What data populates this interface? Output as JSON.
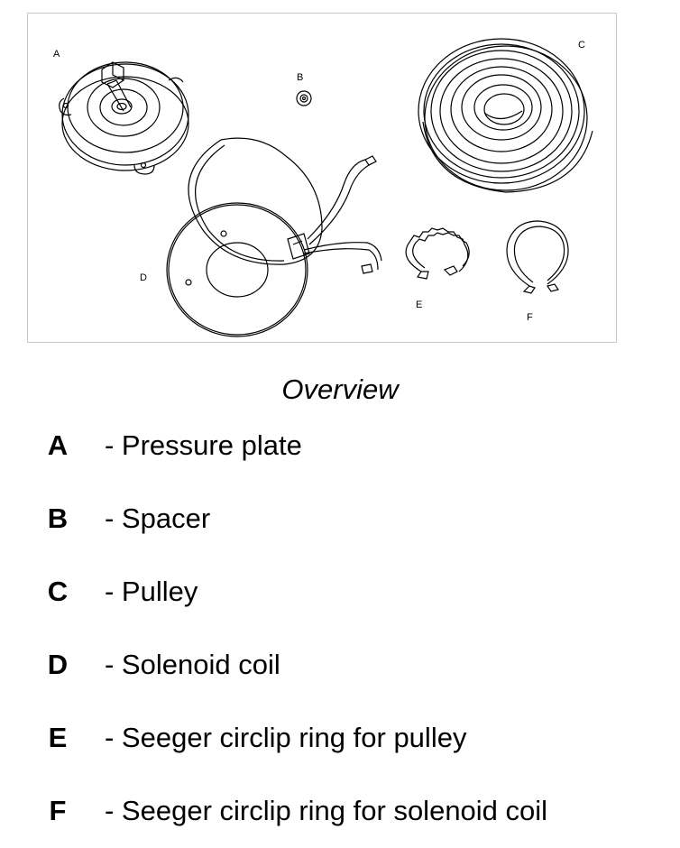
{
  "figure": {
    "labels": {
      "A": "A",
      "B": "B",
      "C": "C",
      "D": "D",
      "E": "E",
      "F": "F"
    }
  },
  "caption": "Overview",
  "legend": [
    {
      "letter": "A",
      "description": "- Pressure plate"
    },
    {
      "letter": "B",
      "description": "- Spacer"
    },
    {
      "letter": "C",
      "description": "- Pulley"
    },
    {
      "letter": "D",
      "description": "- Solenoid coil"
    },
    {
      "letter": "E",
      "description": "- Seeger circlip ring for pulley"
    },
    {
      "letter": "F",
      "description": "- Seeger circlip ring for solenoid coil"
    }
  ]
}
